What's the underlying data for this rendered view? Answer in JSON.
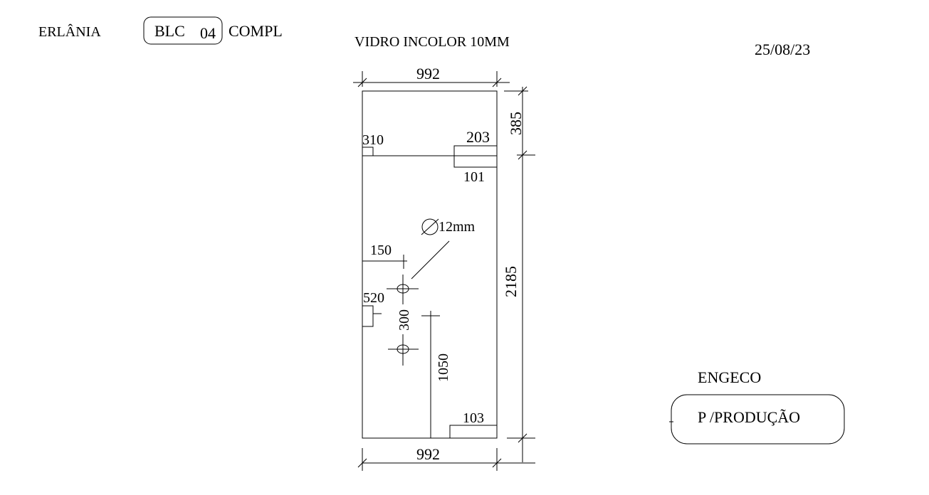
{
  "header": {
    "client": "ERLÂNIA",
    "block_prefix": "BLC",
    "block_number": "04",
    "block_suffix": "COMPL",
    "material": "VIDRO INCOLOR 10MM",
    "date": "25/08/23"
  },
  "drawing": {
    "width_top": "992",
    "width_bottom": "992",
    "height_top_segment": "385",
    "height_total": "2185",
    "cutout_left_width": "310",
    "notch_top_width": "203",
    "notch_height": "101",
    "hole_diameter": "12mm",
    "hole_offset_x": "150",
    "hole_offset_y_side": "520",
    "hole_spacing": "300",
    "hole_height_from_bottom": "1050",
    "bottom_notch": "103"
  },
  "footer": {
    "company": "ENGECO",
    "destination": "P /PRODUÇÃO"
  }
}
